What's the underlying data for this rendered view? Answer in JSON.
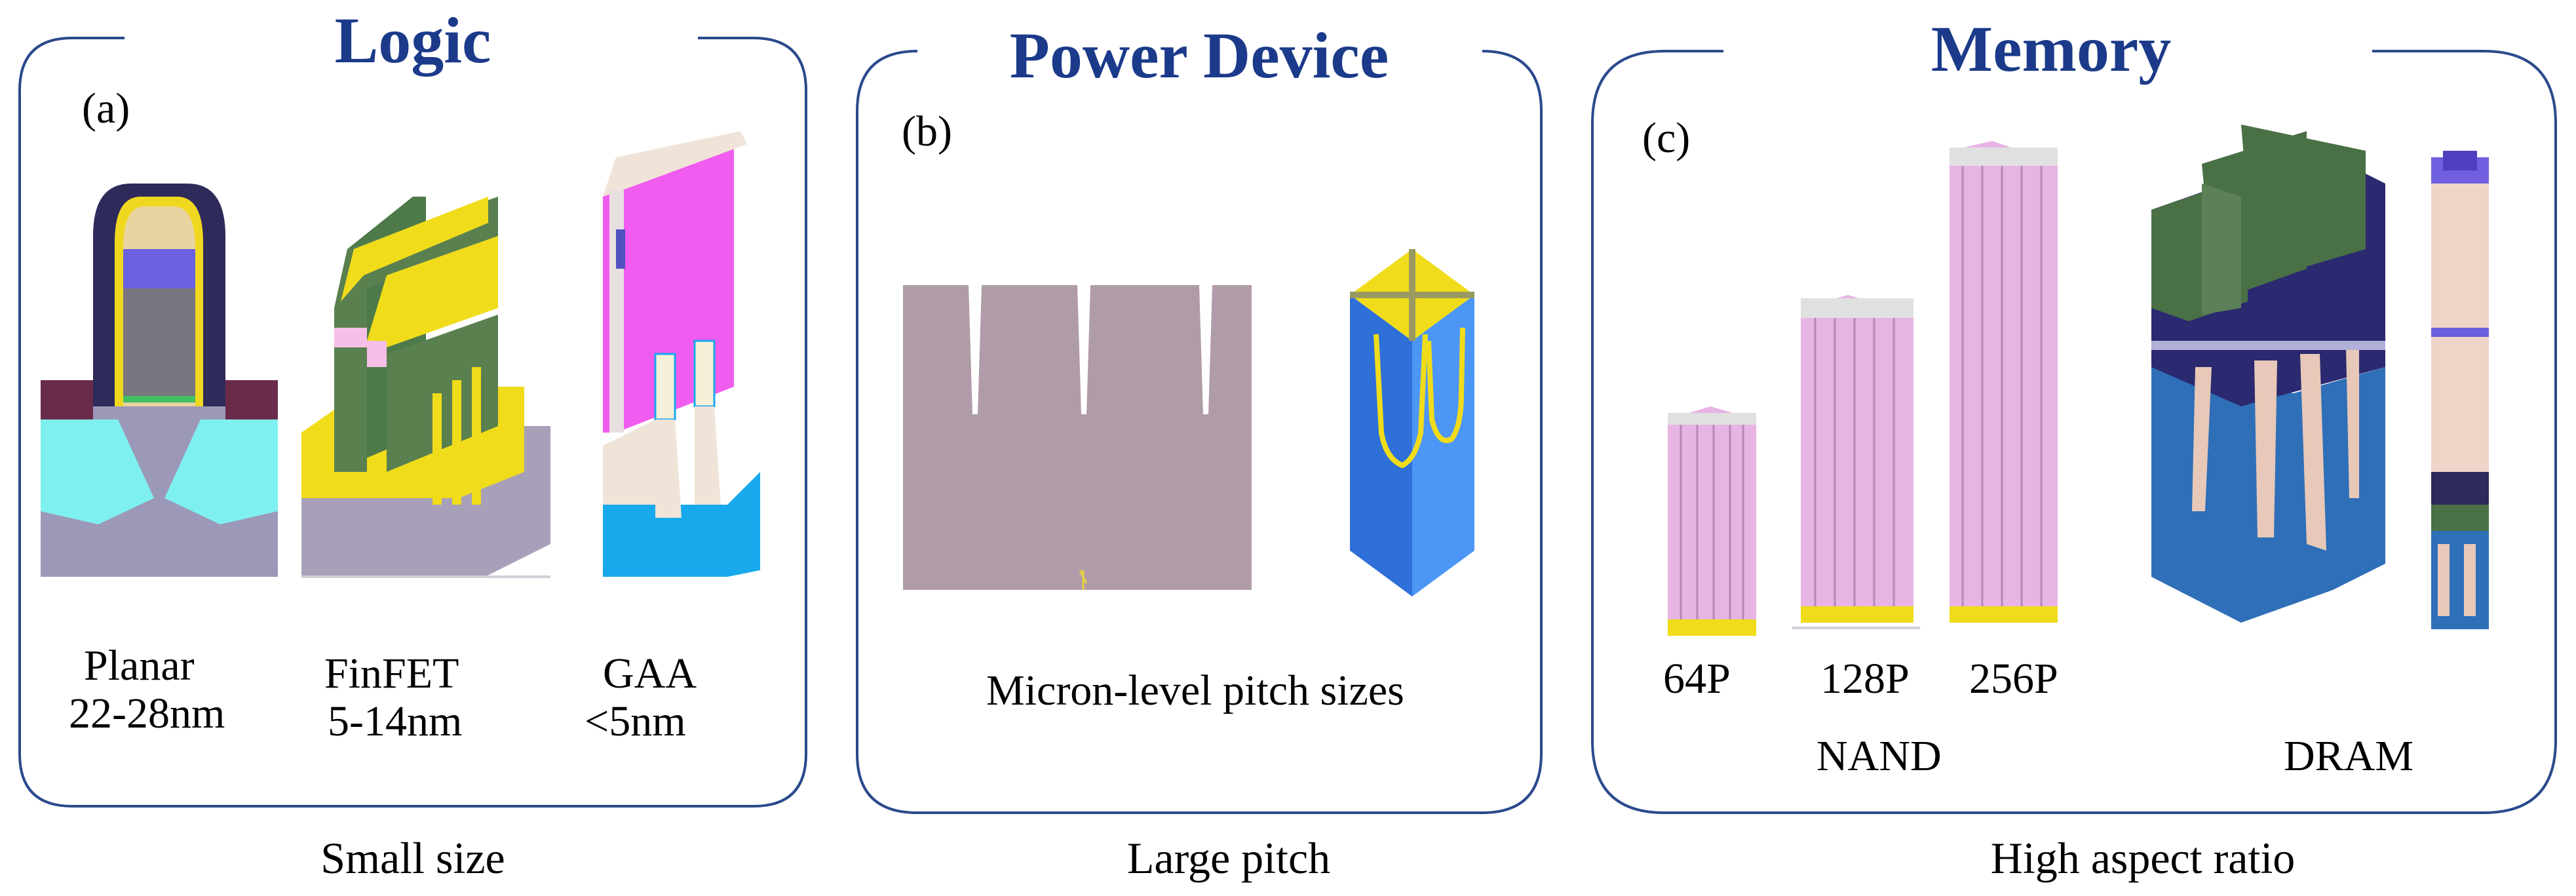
{
  "panels": [
    {
      "title": "Logic",
      "tag": "(a)",
      "caption": "Small size",
      "items": [
        {
          "name": "Planar",
          "size": "22-28nm"
        },
        {
          "name": "FinFET",
          "size": "5-14nm"
        },
        {
          "name": "GAA",
          "size": "<5nm"
        }
      ]
    },
    {
      "title": "Power Device",
      "tag": "(b)",
      "caption": "Large pitch",
      "note": "Micron-level pitch sizes"
    },
    {
      "title": "Memory",
      "tag": "(c)",
      "caption": "High aspect ratio",
      "nand_layers": [
        "64P",
        "128P",
        "256P"
      ],
      "nand_label": "NAND",
      "dram_label": "DRAM"
    }
  ],
  "colors": {
    "frame": "#2a4a8c",
    "title": "#1b3a8a",
    "power_trench": "#b09ca8",
    "power_cell": "#3f88ea",
    "nand_pink": "#e8b4e4",
    "dram_green": "#4a7046",
    "dram_blue": "#2f6fb8",
    "fin_yellow": "#f0dc1a",
    "gaa_magenta": "#f05cf0"
  }
}
